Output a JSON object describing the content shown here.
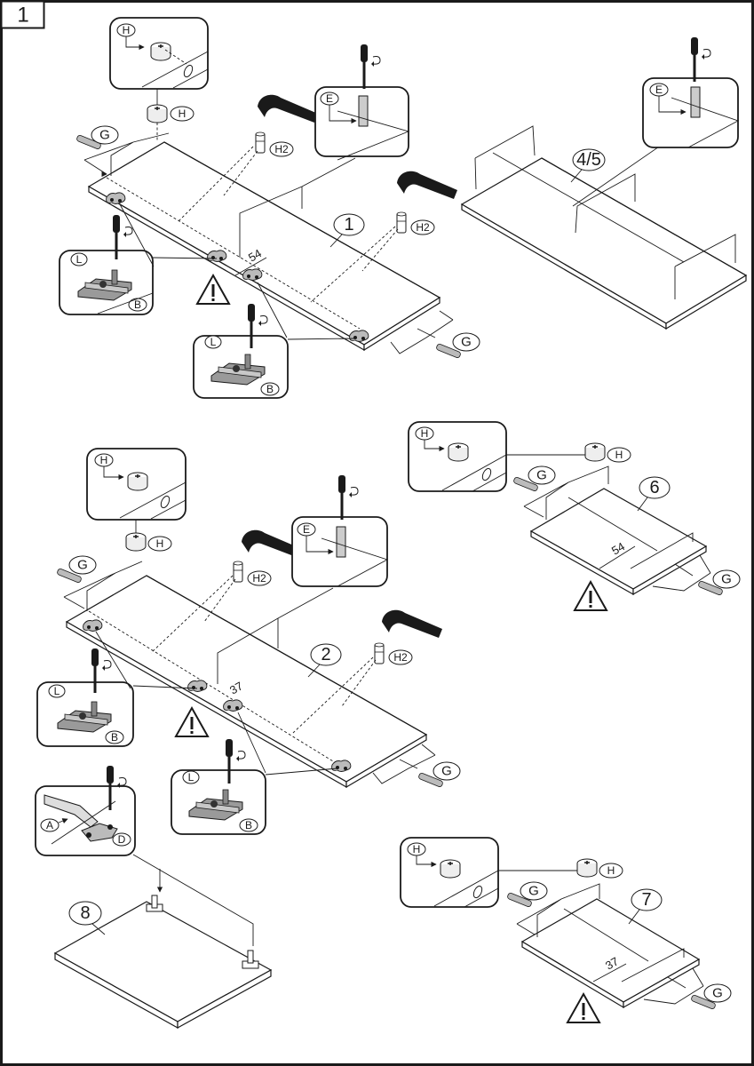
{
  "step_number": "1",
  "parts": {
    "cam_lock": "H",
    "wood_dowel": "G",
    "metal_dowel": "H2",
    "screw_pin": "E",
    "mount_plate": "B",
    "plate_screw": "L",
    "hinge": "A",
    "hinge_screw": "D"
  },
  "panels": {
    "top_left": {
      "number": "1",
      "dimension": "54"
    },
    "top_right": {
      "number": "4/5"
    },
    "middle_left": {
      "number": "2",
      "dimension": "37"
    },
    "middle_right": {
      "number": "6",
      "dimension": "54"
    },
    "bottom_left": {
      "number": "8"
    },
    "bottom_right": {
      "number": "7",
      "dimension": "37"
    }
  },
  "warning_symbol": "!"
}
